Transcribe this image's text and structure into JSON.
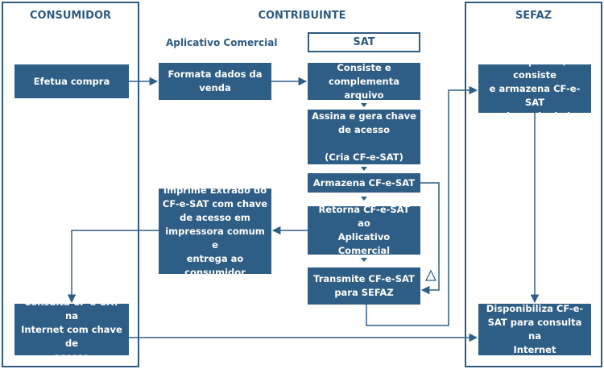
{
  "lanes": {
    "consumidor": "CONSUMIDOR",
    "contribuinte": "CONTRIBUINTE",
    "sefaz": "SEFAZ"
  },
  "contribuinte": {
    "app_label": "Aplicativo Comercial",
    "sat_label": "SAT"
  },
  "nodes": {
    "efetua_compra": "Efetua compra",
    "consulta_internet": "Consulta CF-e-SAT na\nInternet com chave de\nacesso",
    "formata_dados": "Formata dados da\nvenda",
    "imprime_extrato": "Imprime Extrado do\nCF-e-SAT com chave\nde acesso em\nimpressora comum e\nentrega ao\nconsumidor",
    "consiste": "Consiste e\ncomplementa arquivo",
    "assina": "Assina e gera chave\nde acesso\n\n(Cria CF-e-SAT)",
    "armazena": "Armazena CF-e-SAT",
    "retorna": "Retorna CF-e-SAT ao\nAplicativo Comercial",
    "transmite": "Transmite CF-e-SAT\npara SEFAZ",
    "recepciona": "Recepciona, consiste\ne armazena CF-e-SAT\nem base de dados",
    "disponibiliza": "Disponibiliza CF-e-\nSAT para consulta na\nInternet"
  },
  "colors": {
    "box_fill": "#2e5e85",
    "lane_border": "#2d5b82",
    "arrow": "#2e5e85"
  }
}
